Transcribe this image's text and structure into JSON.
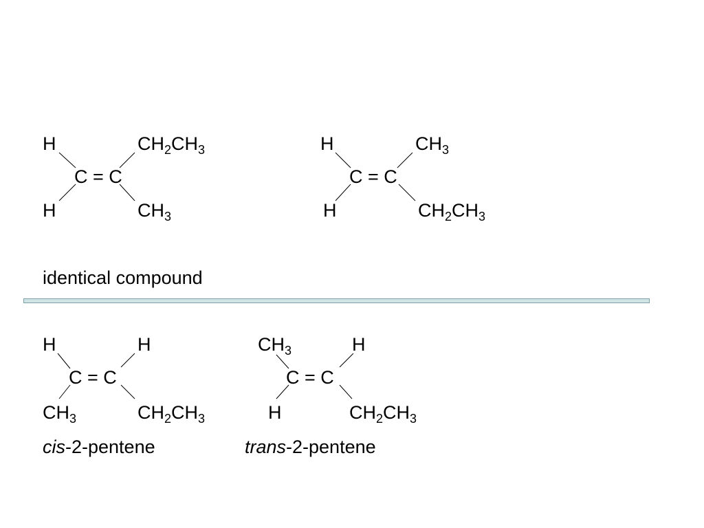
{
  "top": {
    "left": {
      "ul": {
        "main": "H"
      },
      "ur": {
        "parts": [
          "CH",
          "2",
          "CH",
          "3"
        ]
      },
      "center": "C = C",
      "ll": {
        "main": "H"
      },
      "lr": {
        "parts": [
          "CH",
          "3"
        ]
      }
    },
    "right": {
      "ul": {
        "main": "H"
      },
      "ur": {
        "parts": [
          "CH",
          "3"
        ]
      },
      "center": "C = C",
      "ll": {
        "main": "H"
      },
      "lr": {
        "parts": [
          "CH",
          "2",
          "CH",
          "3"
        ]
      }
    },
    "caption": "identical compound"
  },
  "bottom": {
    "cis": {
      "ul": {
        "main": "H"
      },
      "ur": {
        "main": "H"
      },
      "center": "C = C",
      "ll": {
        "parts": [
          "CH",
          "3"
        ]
      },
      "lr": {
        "parts": [
          "CH",
          "2",
          "CH",
          "3"
        ]
      },
      "label_italic": "cis",
      "label_rest": "-2-pentene"
    },
    "trans": {
      "ul": {
        "parts": [
          "CH",
          "3"
        ]
      },
      "ur": {
        "main": "H"
      },
      "center": "C = C",
      "ll": {
        "main": "H"
      },
      "lr": {
        "parts": [
          "CH",
          "2",
          "CH",
          "3"
        ]
      },
      "label_italic": "trans",
      "label_rest": "-2-pentene"
    }
  },
  "colors": {
    "divider_fill": "#cfe4e4",
    "divider_border": "#7fa0a8"
  }
}
